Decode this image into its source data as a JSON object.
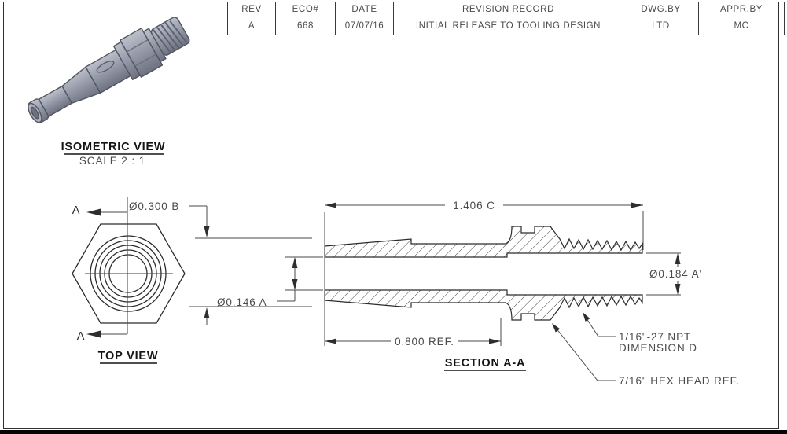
{
  "drawing": {
    "revision_table": {
      "headers": [
        "REV",
        "ECO#",
        "DATE",
        "REVISION RECORD",
        "DWG.BY",
        "APPR.BY"
      ],
      "rows": [
        [
          "A",
          "668",
          "07/07/16",
          "INITIAL RELEASE TO TOOLING DESIGN",
          "LTD",
          "MC"
        ]
      ]
    },
    "views": {
      "isometric": {
        "title": "ISOMETRIC VIEW",
        "scale": "SCALE 2 : 1"
      },
      "top": {
        "title": "TOP VIEW",
        "section_marker": "A"
      },
      "section": {
        "title": "SECTION A-A"
      }
    },
    "dimensions": {
      "dim_0300": "Ø0.300 B",
      "dim_0146": "Ø0.146 A",
      "dim_1406": "1.406 C",
      "dim_0184": "Ø0.184 A'",
      "dim_0800": "0.800 REF.",
      "thread_line1": "1/16\"-27 NPT",
      "thread_line2": "DIMENSION D",
      "hex_ref": "7/16\" HEX HEAD REF."
    },
    "colors": {
      "line": "#2b2b2b",
      "text": "#4a4a4a",
      "part_fill": "#9196a4",
      "part_shadow": "#6e7280",
      "part_outline": "#53565f"
    }
  }
}
